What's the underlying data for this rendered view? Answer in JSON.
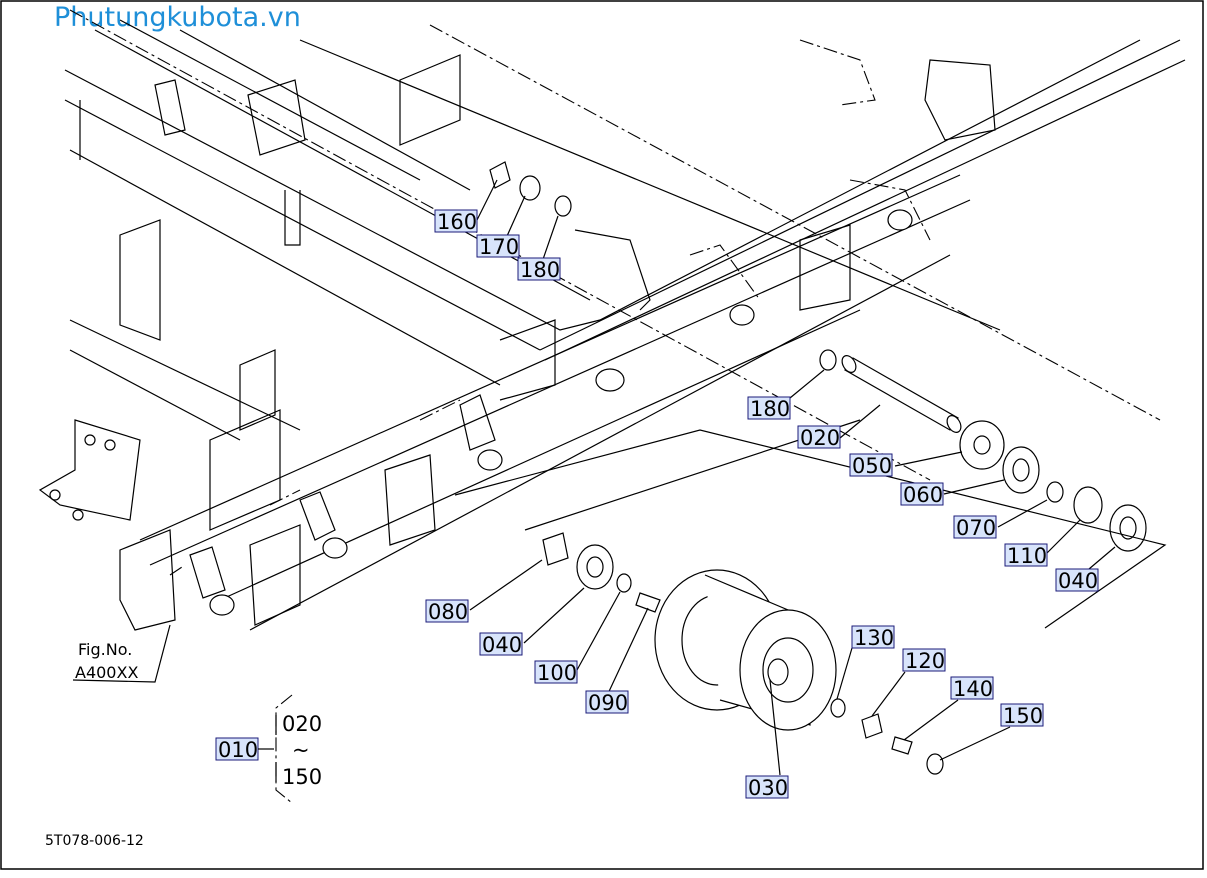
{
  "watermark": "Phutungkubota.vn",
  "figure_ref": {
    "line1": "Fig.No.",
    "line2": "A400XX"
  },
  "drawing_code": "5T078-006-12",
  "assembly": {
    "parent": "010",
    "range_from": "020",
    "range_sep": "~",
    "range_to": "150"
  },
  "callouts": [
    "160",
    "170",
    "180",
    "180",
    "020",
    "050",
    "060",
    "070",
    "110",
    "040",
    "080",
    "040",
    "100",
    "090",
    "130",
    "120",
    "140",
    "150",
    "030"
  ],
  "colors": {
    "callout_fill": "#d8e4fb",
    "callout_border": "#1b1b7a",
    "watermark": "#1e8fd8",
    "line": "#000000"
  }
}
